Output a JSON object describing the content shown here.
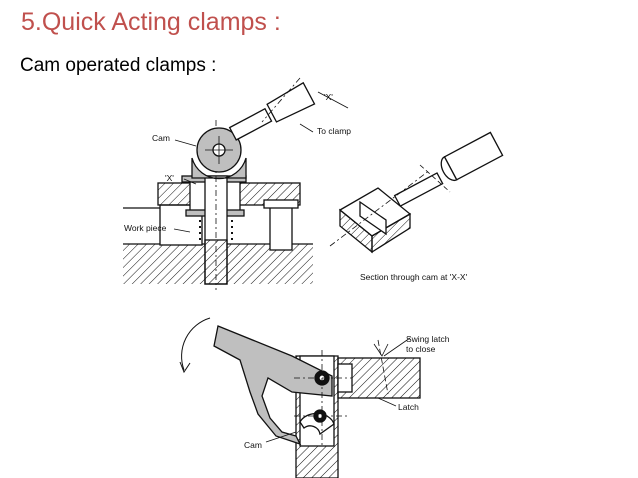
{
  "slide": {
    "title": "5.Quick Acting clamps :",
    "subtitle": "Cam operated clamps :"
  },
  "figure_top": {
    "labels": {
      "cam": "Cam",
      "x_marker_top": "'X'",
      "to_clamp": "To clamp",
      "x_marker_left": "'X'",
      "work_piece": "Work piece",
      "section": "Section through cam at 'X-X'"
    }
  },
  "figure_bottom": {
    "labels": {
      "swing_latch_line1": "Swing latch",
      "swing_latch_line2": "to close",
      "latch": "Latch",
      "cam": "Cam"
    }
  },
  "colors": {
    "title": "#c0504d",
    "metal_fill": "#bfbfbf",
    "line": "#111111"
  }
}
